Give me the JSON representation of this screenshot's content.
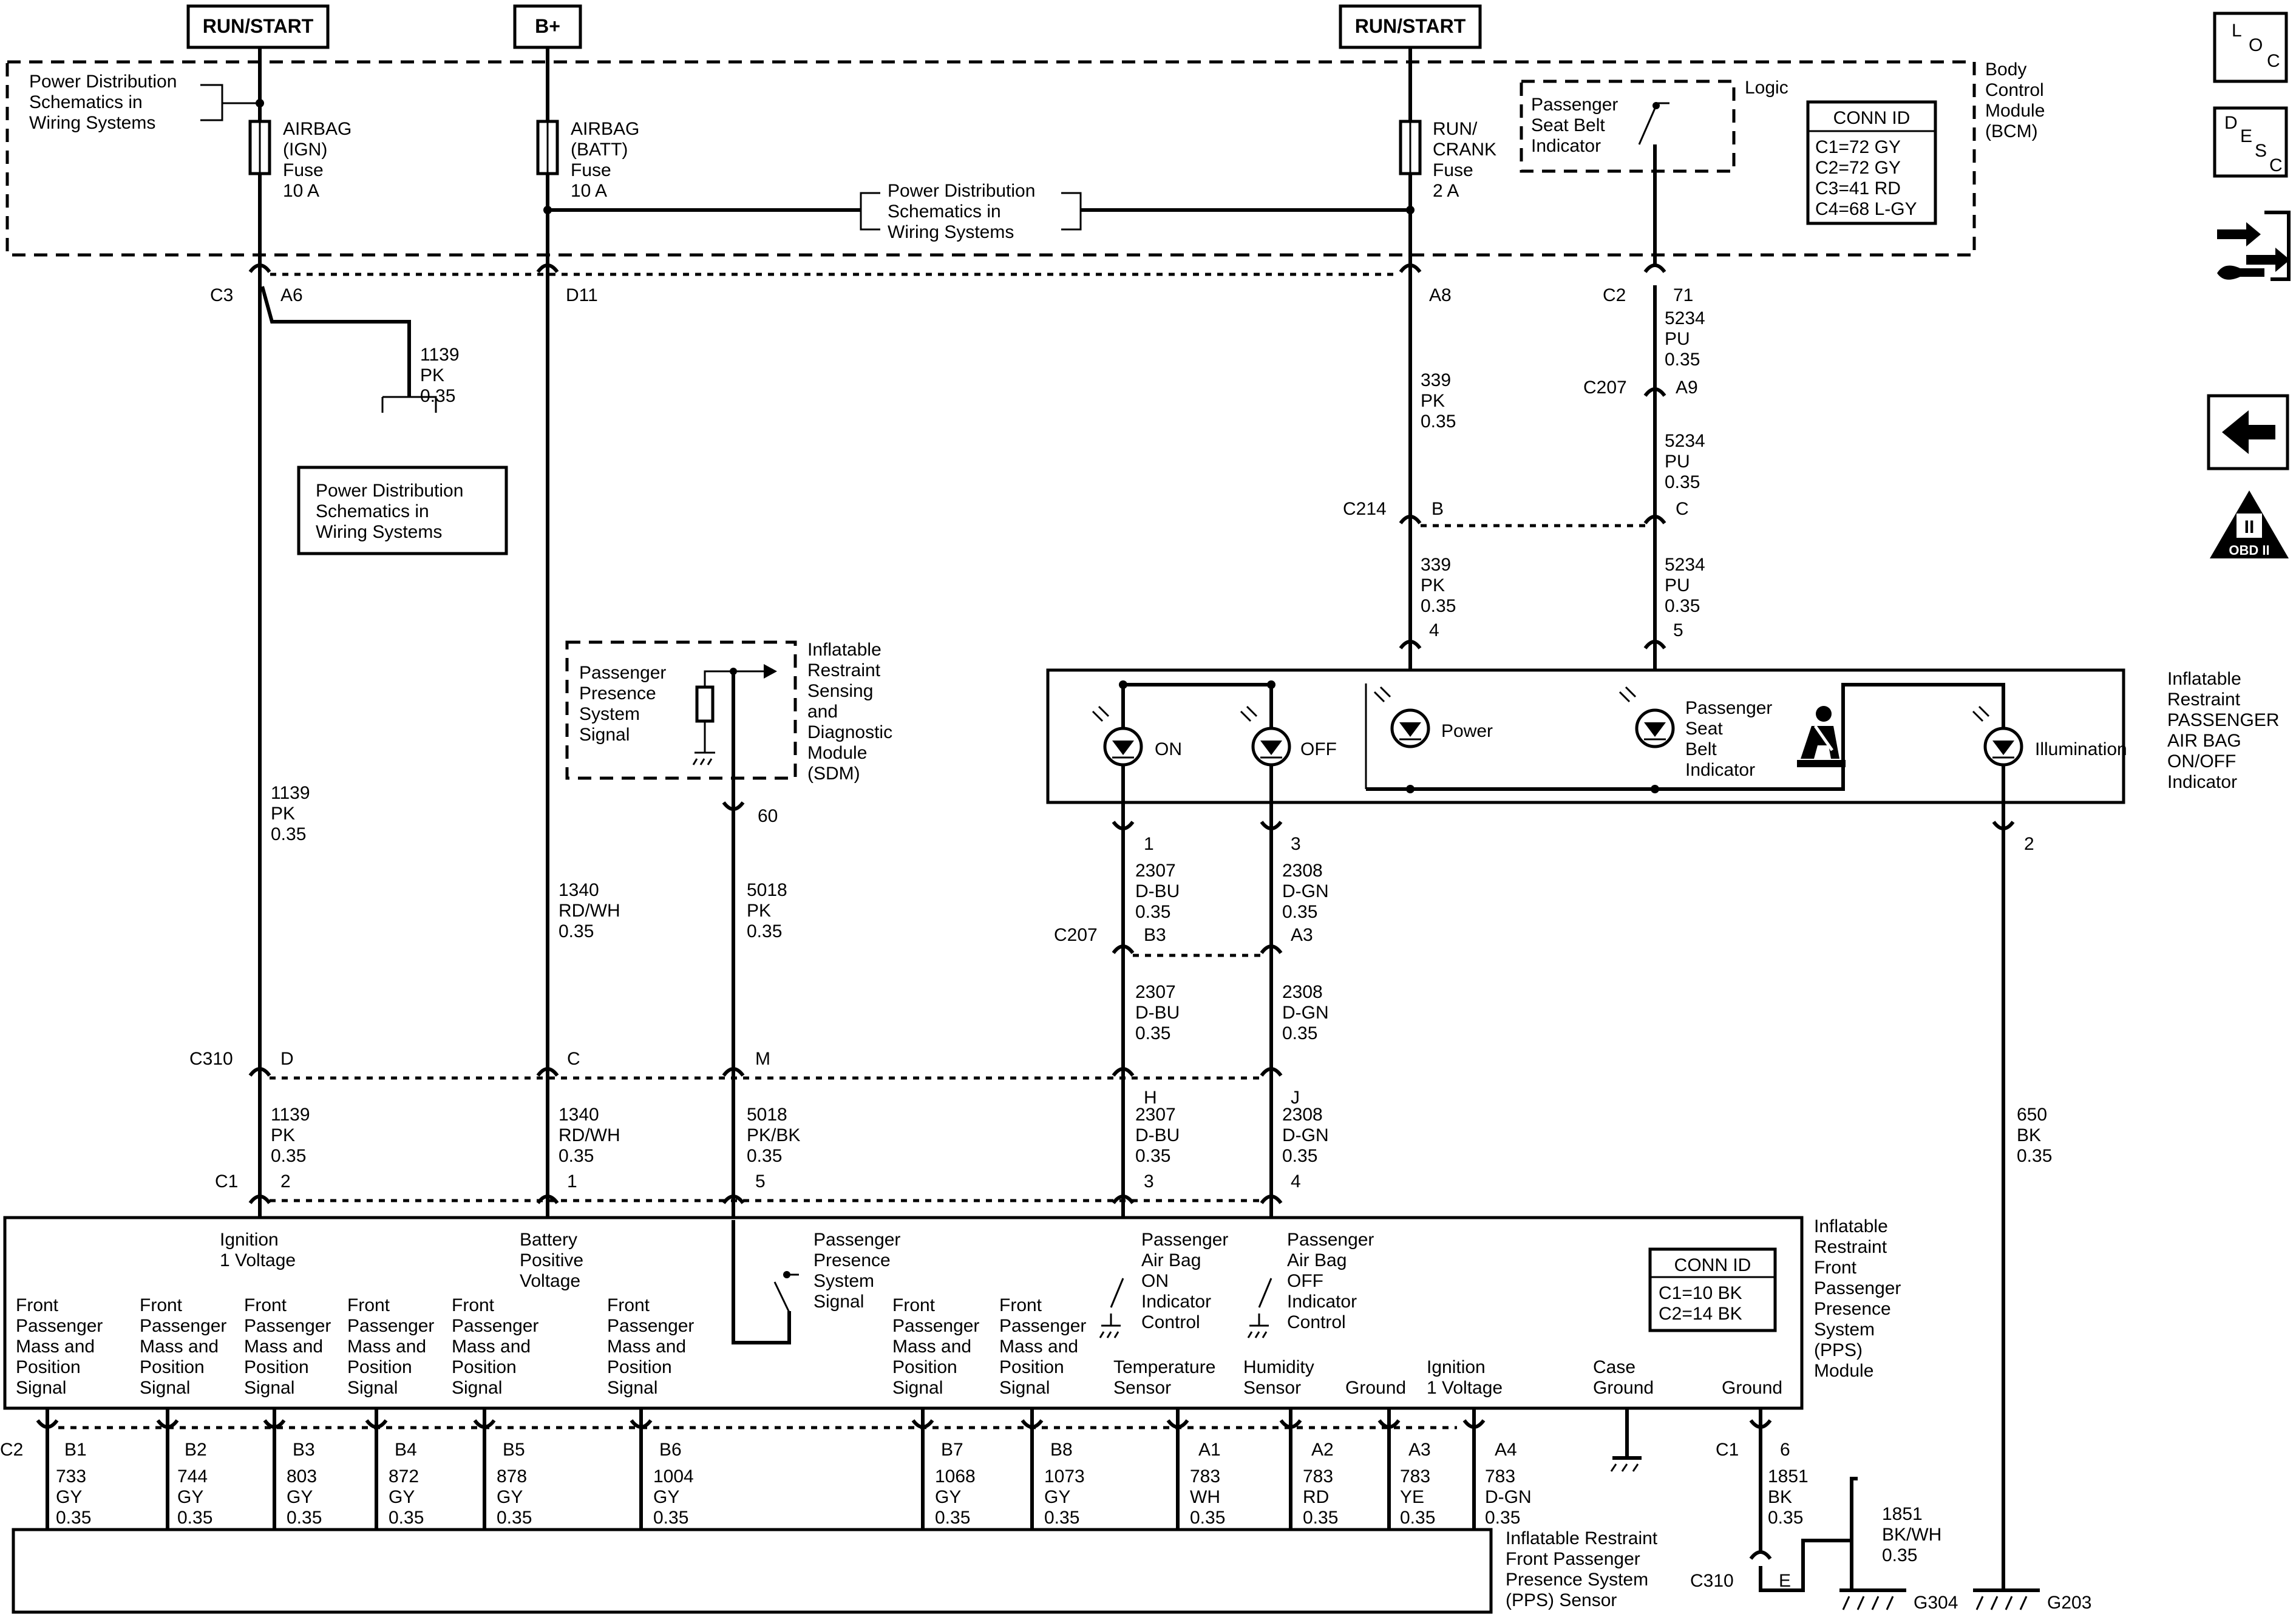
{
  "supplies": {
    "run_start_1": "RUN/START",
    "b_plus": "B+",
    "run_start_2": "RUN/START"
  },
  "bcm": {
    "name": [
      "Body",
      "Control",
      "Module",
      "(BCM)"
    ],
    "pds_left": [
      "Power Distribution",
      "Schematics in",
      "Wiring Systems"
    ],
    "pds_mid": [
      "Power Distribution",
      "Schematics in",
      "Wiring Systems"
    ],
    "fuse1": [
      "AIRBAG",
      "(IGN)",
      "Fuse",
      "10 A"
    ],
    "fuse2": [
      "AIRBAG",
      "(BATT)",
      "Fuse",
      "10 A"
    ],
    "fuse3": [
      "RUN/",
      "CRANK",
      "Fuse",
      "2 A"
    ],
    "seatbelt_indicator": [
      "Passenger",
      "Seat Belt",
      "Indicator"
    ],
    "logic": "Logic",
    "conn_id": {
      "title": "CONN ID",
      "rows": [
        "C1=72 GY",
        "C2=72 GY",
        "C3=41 RD",
        "C4=68 L-GY"
      ]
    }
  },
  "nav_icons": {
    "loc": [
      "L",
      "O",
      "C"
    ],
    "desc": [
      "D",
      "E",
      "S",
      "C"
    ],
    "obd": "OBD II",
    "obd_mark": "II"
  },
  "pds_splice_box": [
    "Power Distribution",
    "Schematics in",
    "Wiring Systems"
  ],
  "sdm": {
    "signal": [
      "Passenger",
      "Presence",
      "System",
      "Signal"
    ],
    "name": [
      "Inflatable",
      "Restraint",
      "Sensing",
      "and",
      "Diagnostic",
      "Module",
      "(SDM)"
    ],
    "pin": "60"
  },
  "connectors": {
    "c3": "C3",
    "a6": "A6",
    "d11": "D11",
    "a8": "A8",
    "c2": "C2",
    "pin71": "71",
    "c207": "C207",
    "a9": "A9",
    "c214": "C214",
    "b": "B",
    "c": "C",
    "pin4": "4",
    "pin5": "5",
    "pin1_ind": "1",
    "pin3_ind": "3",
    "pin2_ind": "2",
    "c207b": "C207",
    "b3": "B3",
    "a3": "A3",
    "c310": "C310",
    "d": "D",
    "cpin": "C",
    "m": "M",
    "h": "H",
    "j": "J",
    "c1": "C1",
    "p2": "2",
    "p1": "1",
    "p5": "5",
    "p3": "3",
    "p4": "4",
    "c2_low": "C2",
    "c1_low": "C1",
    "pin6": "6",
    "c310_low": "C310",
    "e": "E",
    "g304": "G304",
    "g203": "G203"
  },
  "wires": {
    "w1139a": [
      "1139",
      "PK",
      "0.35"
    ],
    "w1139b": [
      "1139",
      "PK",
      "0.35"
    ],
    "w1139c": [
      "1139",
      "PK",
      "0.35"
    ],
    "w1340a": [
      "1340",
      "RD/WH",
      "0.35"
    ],
    "w1340b": [
      "1340",
      "RD/WH",
      "0.35"
    ],
    "w5018a": [
      "5018",
      "PK",
      "0.35"
    ],
    "w5018b": [
      "5018",
      "PK/BK",
      "0.35"
    ],
    "w339a": [
      "339",
      "PK",
      "0.35"
    ],
    "w339b": [
      "339",
      "PK",
      "0.35"
    ],
    "w5234a": [
      "5234",
      "PU",
      "0.35"
    ],
    "w5234b": [
      "5234",
      "PU",
      "0.35"
    ],
    "w5234c": [
      "5234",
      "PU",
      "0.35"
    ],
    "w2307a": [
      "2307",
      "D-BU",
      "0.35"
    ],
    "w2307b": [
      "2307",
      "D-BU",
      "0.35"
    ],
    "w2307c": [
      "2307",
      "D-BU",
      "0.35"
    ],
    "w2308a": [
      "2308",
      "D-GN",
      "0.35"
    ],
    "w2308b": [
      "2308",
      "D-GN",
      "0.35"
    ],
    "w2308c": [
      "2308",
      "D-GN",
      "0.35"
    ],
    "w650": [
      "650",
      "BK",
      "0.35"
    ],
    "w1851a": [
      "1851",
      "BK",
      "0.35"
    ],
    "w1851b": [
      "1851",
      "BK/WH",
      "0.35"
    ]
  },
  "indicator": {
    "name": [
      "Inflatable",
      "Restraint",
      "PASSENGER",
      "AIR BAG",
      "ON/OFF",
      "Indicator"
    ],
    "on": "ON",
    "off": "OFF",
    "power": "Power",
    "seatbelt": [
      "Passenger",
      "Seat",
      "Belt",
      "Indicator"
    ],
    "illumination": "Illumination"
  },
  "pps_module": {
    "name": [
      "Inflatable",
      "Restraint",
      "Front",
      "Passenger",
      "Presence",
      "System",
      "(PPS)",
      "Module"
    ],
    "ign1": [
      "Ignition",
      "1 Voltage"
    ],
    "batt": [
      "Battery",
      "Positive",
      "Voltage"
    ],
    "pps_signal": [
      "Passenger",
      "Presence",
      "System",
      "Signal"
    ],
    "ab_on": [
      "Passenger",
      "Air Bag",
      "ON",
      "Indicator",
      "Control"
    ],
    "ab_off": [
      "Passenger",
      "Air Bag",
      "OFF",
      "Indicator",
      "Control"
    ],
    "fpmp": [
      "Front",
      "Passenger",
      "Mass and",
      "Position",
      "Signal"
    ],
    "temp": [
      "Temperature",
      "Sensor"
    ],
    "humidity": [
      "Humidity",
      "Sensor"
    ],
    "ground": "Ground",
    "ign1b": [
      "Ignition",
      "1 Voltage"
    ],
    "case_ground": [
      "Case",
      "Ground"
    ],
    "ground2": "Ground",
    "conn_id": {
      "title": "CONN ID",
      "rows": [
        "C1=10 BK",
        "C2=14 BK"
      ]
    }
  },
  "sensor": {
    "name": [
      "Inflatable Restraint",
      "Front Passenger",
      "Presence System",
      "(PPS) Sensor"
    ],
    "pins": [
      {
        "pin": "B1",
        "wire": [
          "733",
          "GY",
          "0.35"
        ]
      },
      {
        "pin": "B2",
        "wire": [
          "744",
          "GY",
          "0.35"
        ]
      },
      {
        "pin": "B3",
        "wire": [
          "803",
          "GY",
          "0.35"
        ]
      },
      {
        "pin": "B4",
        "wire": [
          "872",
          "GY",
          "0.35"
        ]
      },
      {
        "pin": "B5",
        "wire": [
          "878",
          "GY",
          "0.35"
        ]
      },
      {
        "pin": "B6",
        "wire": [
          "1004",
          "GY",
          "0.35"
        ]
      },
      {
        "pin": "B7",
        "wire": [
          "1068",
          "GY",
          "0.35"
        ]
      },
      {
        "pin": "B8",
        "wire": [
          "1073",
          "GY",
          "0.35"
        ]
      },
      {
        "pin": "A1",
        "wire": [
          "783",
          "WH",
          "0.35"
        ]
      },
      {
        "pin": "A2",
        "wire": [
          "783",
          "RD",
          "0.35"
        ]
      },
      {
        "pin": "A3",
        "wire": [
          "783",
          "YE",
          "0.35"
        ]
      },
      {
        "pin": "A4",
        "wire": [
          "783",
          "D-GN",
          "0.35"
        ]
      }
    ]
  }
}
